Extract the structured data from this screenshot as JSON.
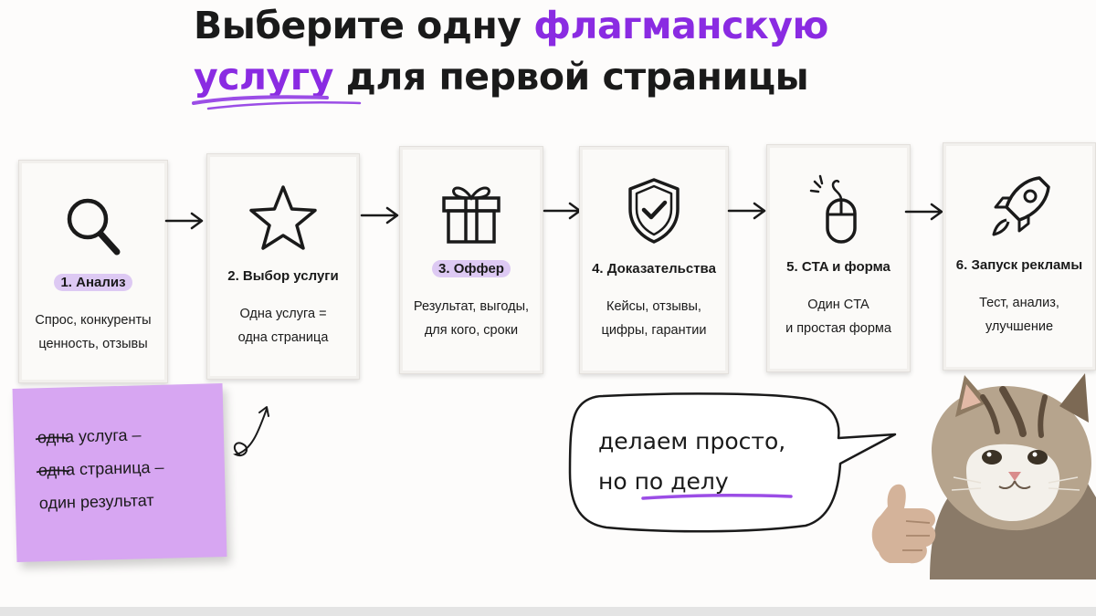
{
  "title": {
    "line1_plain": "Выберите одну ",
    "line1_accent": "флагманскую",
    "line2_accent": "услугу",
    "line2_plain": " для первой страницы"
  },
  "steps": [
    {
      "label": "1. Анализ",
      "desc1": "Спрос, конкуренты",
      "desc2": "ценность, отзывы",
      "icon": "magnifier-icon"
    },
    {
      "label": "2. Выбор услуги",
      "desc1": "Одна услуга =",
      "desc2": "одна страница",
      "icon": "star-icon"
    },
    {
      "label": "3. Оффер",
      "desc1": "Результат, выгоды,",
      "desc2": "для кого, сроки",
      "icon": "gift-icon"
    },
    {
      "label": "4. Доказательства",
      "desc1": "Кейсы, отзывы,",
      "desc2": "цифры, гарантии",
      "icon": "shield-check-icon"
    },
    {
      "label": "5. CTA и форма",
      "desc1": "Один CTA",
      "desc2": "и простая форма",
      "icon": "mouse-click-icon"
    },
    {
      "label": "6. Запуск рекламы",
      "desc1": "Тест, анализ,",
      "desc2": "улучшение",
      "icon": "rocket-icon"
    }
  ],
  "sticky_note": {
    "line1": "одна услуга –",
    "line2": "одна страница –",
    "line3": "один результат"
  },
  "speech_bubble": {
    "line1": "делаем просто,",
    "line2_a": "но по ",
    "line2_b": "делу"
  },
  "colors": {
    "accent": "#8a2be2",
    "highlight": "#ddc9f3",
    "sticky": "#d7a6f2",
    "underline": "#9b4de6"
  }
}
